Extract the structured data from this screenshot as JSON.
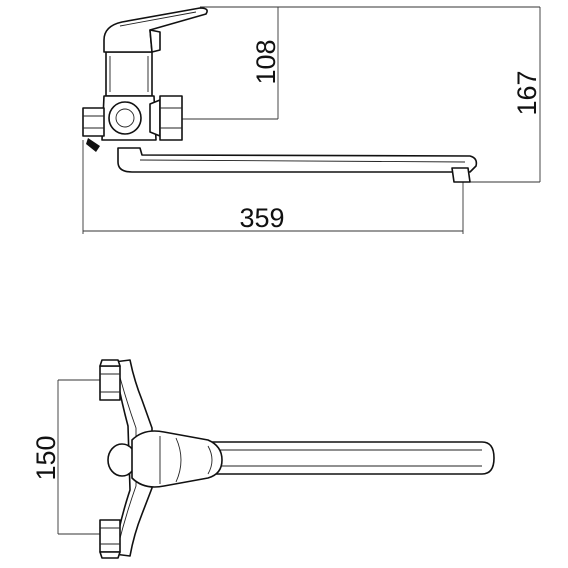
{
  "drawing": {
    "colors": {
      "line": "#111111",
      "background": "#ffffff"
    },
    "side_view": {
      "dimensions": {
        "height_108": "108",
        "height_167": "167",
        "length_359": "359"
      }
    },
    "top_view": {
      "dimensions": {
        "spacing_150": "150"
      }
    }
  }
}
